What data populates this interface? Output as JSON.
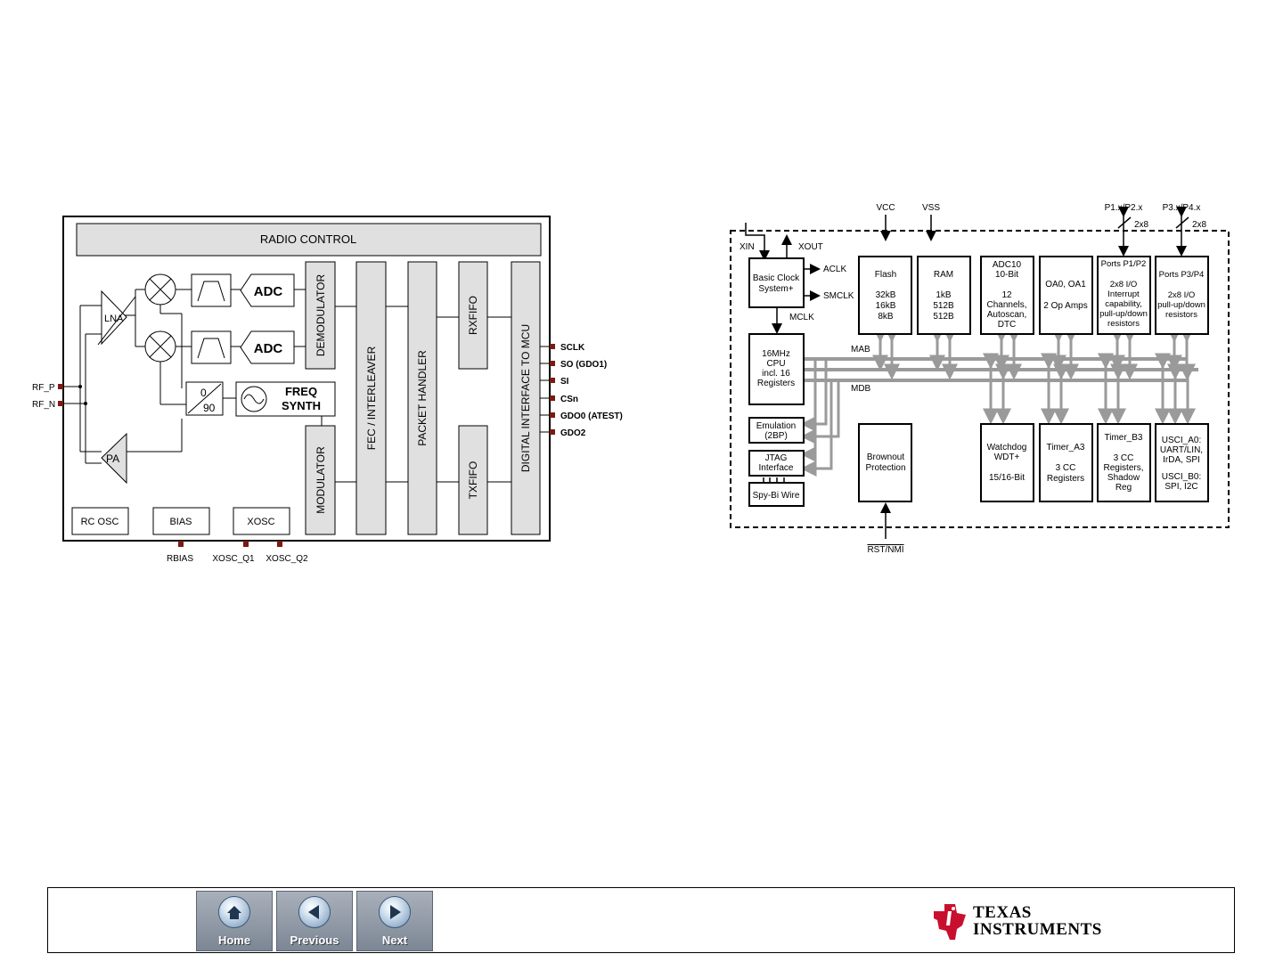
{
  "radio_diagram": {
    "radio_control": "RADIO CONTROL",
    "lna": "LNA",
    "pa": "PA",
    "adc_top": "ADC",
    "adc_bottom": "ADC",
    "phase_top": "0",
    "phase_bottom": "90",
    "freq_synth_line1": "FREQ",
    "freq_synth_line2": "SYNTH",
    "demodulator": "DEMODULATOR",
    "modulator": "MODULATOR",
    "fec": "FEC / INTERLEAVER",
    "packet_handler": "PACKET HANDLER",
    "rxfifo": "RXFIFO",
    "txfifo": "TXFIFO",
    "digital_interface": "DIGITAL INTERFACE TO MCU",
    "rc_osc": "RC OSC",
    "bias": "BIAS",
    "xosc": "XOSC",
    "pins_left": [
      "RF_P",
      "RF_N"
    ],
    "pins_right": [
      "SCLK",
      "SO (GDO1)",
      "SI",
      "CSn",
      "GDO0 (ATEST)",
      "GDO2"
    ],
    "pins_bottom": [
      "RBIAS",
      "XOSC_Q1",
      "XOSC_Q2"
    ]
  },
  "mcu_diagram": {
    "vcc": "VCC",
    "vss": "VSS",
    "p1p2": "P1.x/P2.x",
    "p3p4": "P3.x/P4.x",
    "bus_width_1": "2x8",
    "bus_width_2": "2x8",
    "xin": "XIN",
    "xout": "XOUT",
    "aclk": "ACLK",
    "smclk": "SMCLK",
    "mclk": "MCLK",
    "mab": "MAB",
    "mdb": "MDB",
    "rst": "RST/NMI",
    "clock_lines": [
      "Basic Clock",
      "System+"
    ],
    "flash_lines": [
      "Flash",
      "",
      "32kB",
      "16kB",
      "8kB"
    ],
    "ram_lines": [
      "RAM",
      "",
      "1kB",
      "512B",
      "512B"
    ],
    "adc10_lines": [
      "ADC10",
      "10-Bit",
      "",
      "12",
      "Channels,",
      "Autoscan,",
      "DTC"
    ],
    "oa_lines": [
      "OA0, OA1",
      "",
      "2 Op Amps"
    ],
    "ports12_lines": [
      "Ports P1/P2",
      "",
      "2x8 I/O",
      "Interrupt",
      "capability,",
      "pull-up/down",
      "resistors"
    ],
    "ports34_lines": [
      "Ports P3/P4",
      "",
      "2x8 I/O",
      "pull-up/down",
      "resistors"
    ],
    "cpu_lines": [
      "16MHz",
      "CPU",
      "incl. 16",
      "Registers"
    ],
    "emulation_lines": [
      "Emulation",
      "(2BP)"
    ],
    "jtag_lines": [
      "JTAG",
      "Interface"
    ],
    "spybi": "Spy-Bi Wire",
    "brownout_lines": [
      "Brownout",
      "Protection"
    ],
    "watchdog_lines": [
      "Watchdog",
      "WDT+",
      "",
      "15/16-Bit"
    ],
    "timera_lines": [
      "Timer_A3",
      "",
      "3 CC",
      "Registers"
    ],
    "timerb_lines": [
      "Timer_B3",
      "",
      "3 CC",
      "Registers,",
      "Shadow",
      "Reg"
    ],
    "usci_lines": [
      "USCI_A0:",
      "UART/LIN,",
      "IrDA, SPI",
      "",
      "USCI_B0:",
      "SPI, I2C"
    ]
  },
  "footer": {
    "home": "Home",
    "previous": "Previous",
    "next": "Next",
    "logo_line1": "Texas",
    "logo_line2": "Instruments",
    "logo_color": "#c8102e"
  }
}
